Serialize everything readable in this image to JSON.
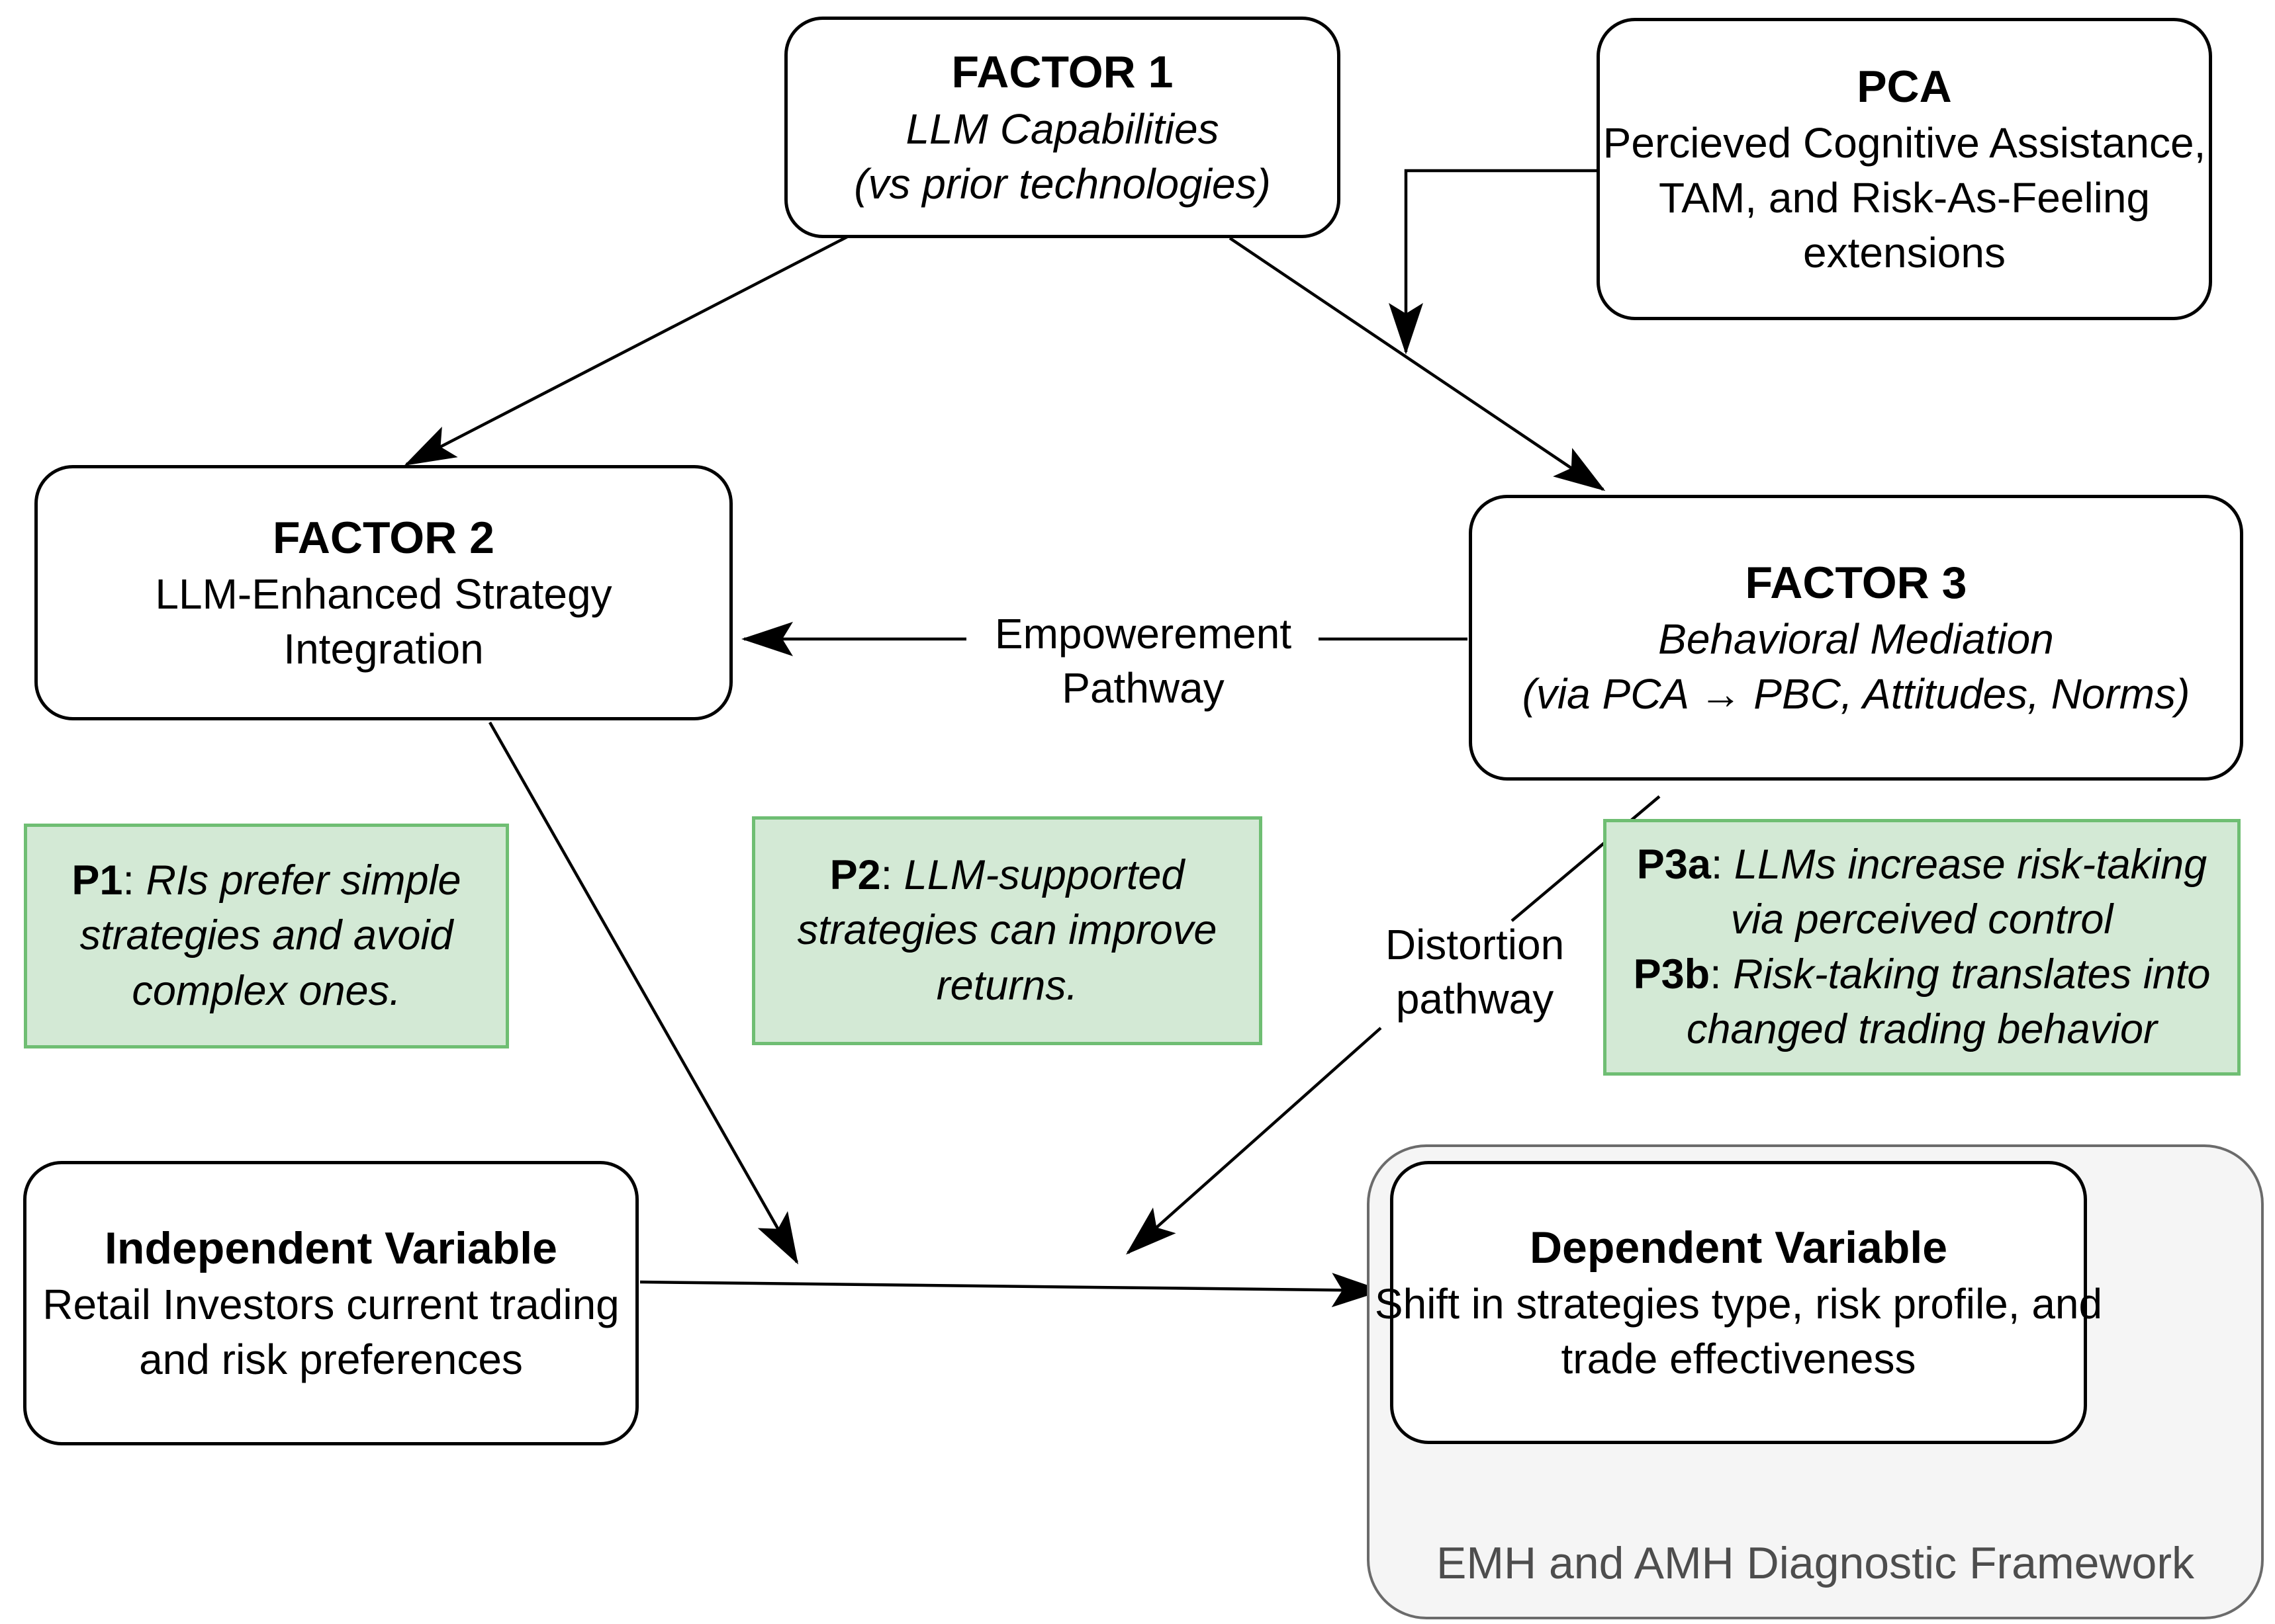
{
  "nodes": {
    "factor1": {
      "title": "FACTOR 1",
      "line2": "LLM Capabilities",
      "line3": "(vs prior technologies)"
    },
    "pca": {
      "title": "PCA",
      "line2": "Percieved Cognitive Assistance, TAM, and Risk-As-Feeling extensions"
    },
    "factor2": {
      "title": "FACTOR 2",
      "line2": "LLM-Enhanced Strategy Integration"
    },
    "factor3": {
      "title": "FACTOR 3",
      "line2": "Behavioral Mediation",
      "line3": "(via PCA → PBC, Attitudes, Norms)"
    },
    "independent": {
      "title": "Independent Variable",
      "line2": "Retail Investors current trading and risk preferences"
    },
    "dependent": {
      "title": "Dependent Variable",
      "line2": "Shift in strategies type, risk profile, and trade effectiveness"
    },
    "framework": {
      "caption": "EMH and AMH Diagnostic Framework"
    }
  },
  "propositions": {
    "colon": ": ",
    "p1": {
      "label": "P1",
      "text": "RIs prefer simple strategies and avoid complex ones."
    },
    "p2": {
      "label": "P2",
      "text": "LLM-supported strategies can improve returns."
    },
    "p3a": {
      "label": "P3a",
      "text": "LLMs increase risk-taking via perceived control"
    },
    "p3b": {
      "label": "P3b",
      "text": "Risk-taking translates into changed trading behavior"
    }
  },
  "edge_labels": {
    "empowerment_line1": "Empowerement",
    "empowerment_line2": "Pathway",
    "distortion_line1": "Distortion",
    "distortion_line2": "pathway"
  },
  "colors": {
    "proposition_fill": "#d3e9d5",
    "proposition_border": "#6fbe73",
    "framework_fill": "#f5f5f5",
    "framework_border": "#6b6b6b",
    "framework_caption": "#4d4d4d",
    "node_border": "#000000",
    "connector": "#000000"
  }
}
